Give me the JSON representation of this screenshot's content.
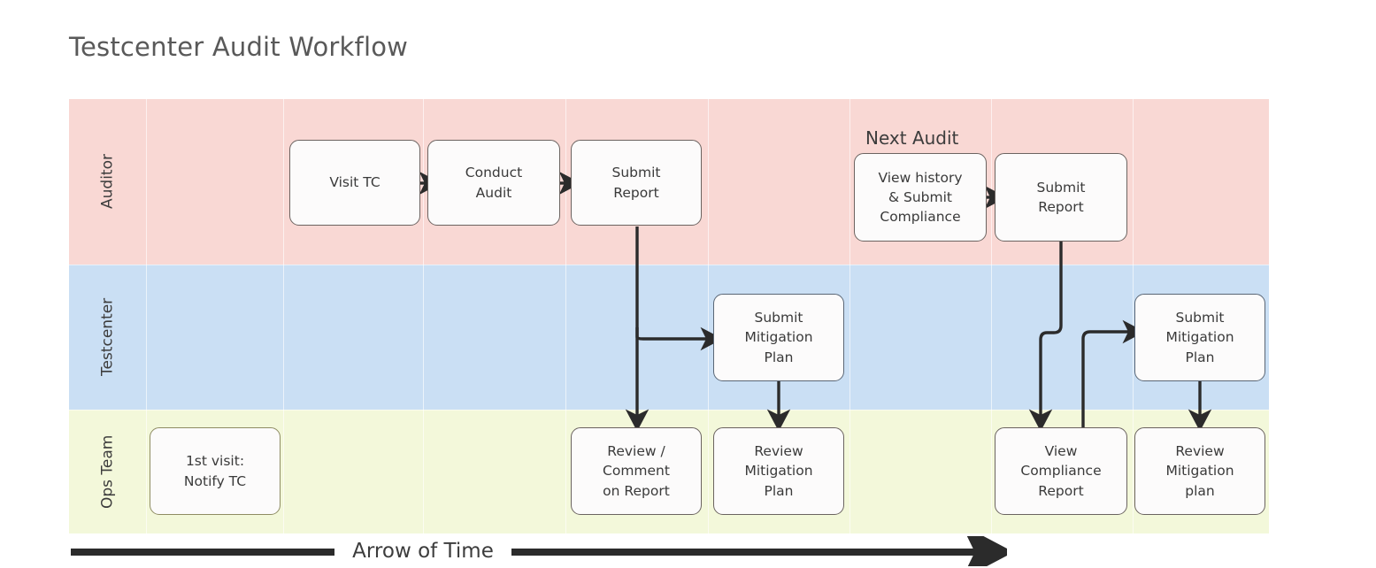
{
  "page": {
    "title": "Testcenter Audit Workflow",
    "background": "#ffffff"
  },
  "colors": {
    "lane_auditor": "#f9d8d4",
    "lane_testcenter": "#cadff4",
    "lane_ops": "#f3f8da",
    "box_fill": "#fcfbfb",
    "box_border": "#6b6360",
    "connector": "#2b2b2b",
    "text": "#3a3a3a",
    "title_text": "#595959"
  },
  "lanes": [
    {
      "id": "auditor",
      "label": "Auditor"
    },
    {
      "id": "testcenter",
      "label": "Testcenter"
    },
    {
      "id": "ops",
      "label": "Ops Team"
    }
  ],
  "captions": [
    {
      "id": "next-audit",
      "text": "Next Audit"
    }
  ],
  "nodes": {
    "visit_tc": {
      "lane": "auditor",
      "label": "Visit TC"
    },
    "conduct_audit": {
      "lane": "auditor",
      "label": "Conduct\nAudit"
    },
    "submit_report_1": {
      "lane": "auditor",
      "label": "Submit\nReport"
    },
    "view_history": {
      "lane": "auditor",
      "label": "View history\n& Submit\nCompliance"
    },
    "submit_report_2": {
      "lane": "auditor",
      "label": "Submit\nReport"
    },
    "submit_mitigation_1": {
      "lane": "testcenter",
      "label": "Submit\nMitigation\nPlan"
    },
    "submit_mitigation_2": {
      "lane": "testcenter",
      "label": "Submit\nMitigation\nPlan"
    },
    "notify_tc": {
      "lane": "ops",
      "label": "1st visit:\nNotify TC"
    },
    "review_comment": {
      "lane": "ops",
      "label": "Review /\nComment\non Report"
    },
    "review_mitigation_1": {
      "lane": "ops",
      "label": "Review\nMitigation\nPlan"
    },
    "view_compliance": {
      "lane": "ops",
      "label": "View\nCompliance\nReport"
    },
    "review_mitigation_2": {
      "lane": "ops",
      "label": "Review\nMitigation\nplan"
    }
  },
  "footer": {
    "arrow_of_time": "Arrow of Time"
  }
}
